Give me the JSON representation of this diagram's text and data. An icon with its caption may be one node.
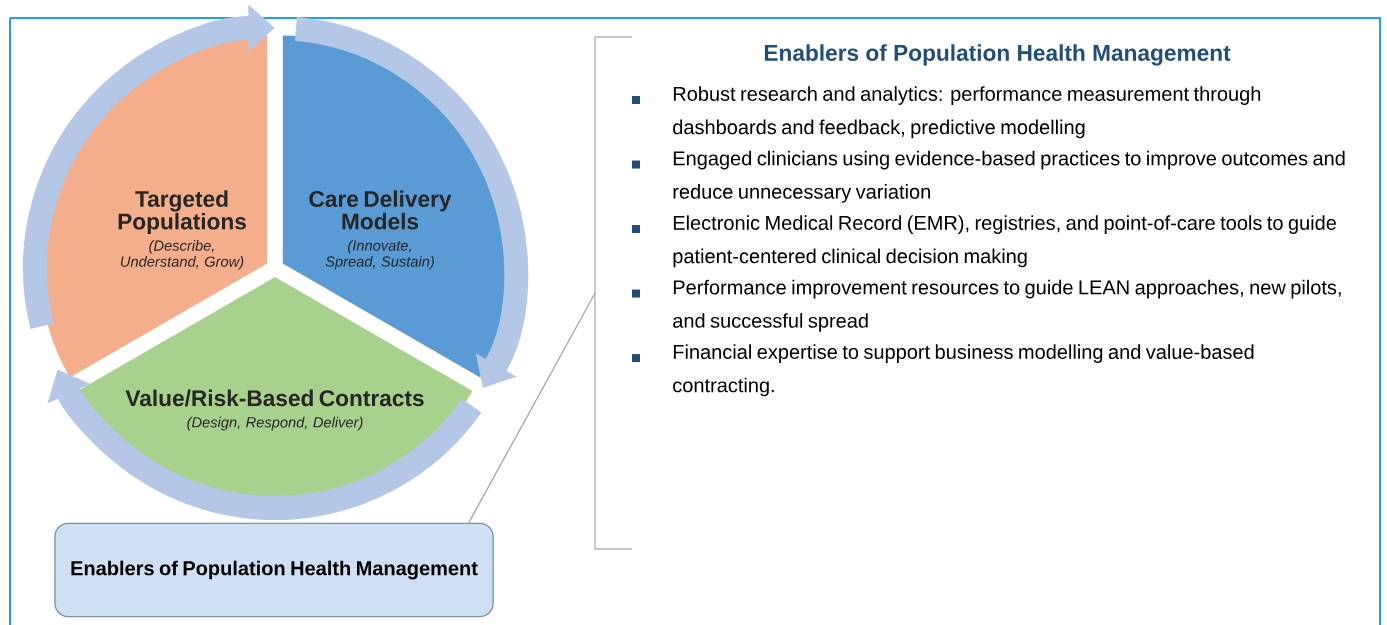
{
  "diagram": {
    "nodes": [
      {
        "text": [
          "Targeted Populations",
          "(Describe, Understand, Grow)"
        ]
      },
      {
        "text": [
          "Care Delivery Models",
          "(Innovate, Spread, Sustain)"
        ]
      },
      {
        "text": [
          "Value/Risk-Based Contracts",
          "(Design, Respond, Deliver)"
        ]
      },
      {
        "text": [
          "Enablers of Population Health Management"
        ]
      },
      {
        "text": [
          "Enablers of Population Health Management",
          "Robust research and analytics:  performance measurement through dashboards and feedback, predictive modelling",
          "Engaged clinicians using evidence-based practices to improve outcomes and reduce unnecessary variation",
          "Electronic Medical Record (EMR), registries, and point-of-care tools to guide patient-centered clinical decision making",
          "Performance improvement resources to guide LEAN approaches, new pilots, and successful spread",
          "Financial expertise to support business modelling and value-based contracting."
        ]
      }
    ],
    "edges": [
      {
        "from": 0,
        "to": 1,
        "arrow": "to"
      },
      {
        "from": 1,
        "to": 2,
        "arrow": "to"
      },
      {
        "from": 2,
        "to": 0,
        "arrow": "to"
      },
      {
        "from": 3,
        "to": 4,
        "arrow": "none",
        "color": "#a6a6a6"
      }
    ]
  }
}
